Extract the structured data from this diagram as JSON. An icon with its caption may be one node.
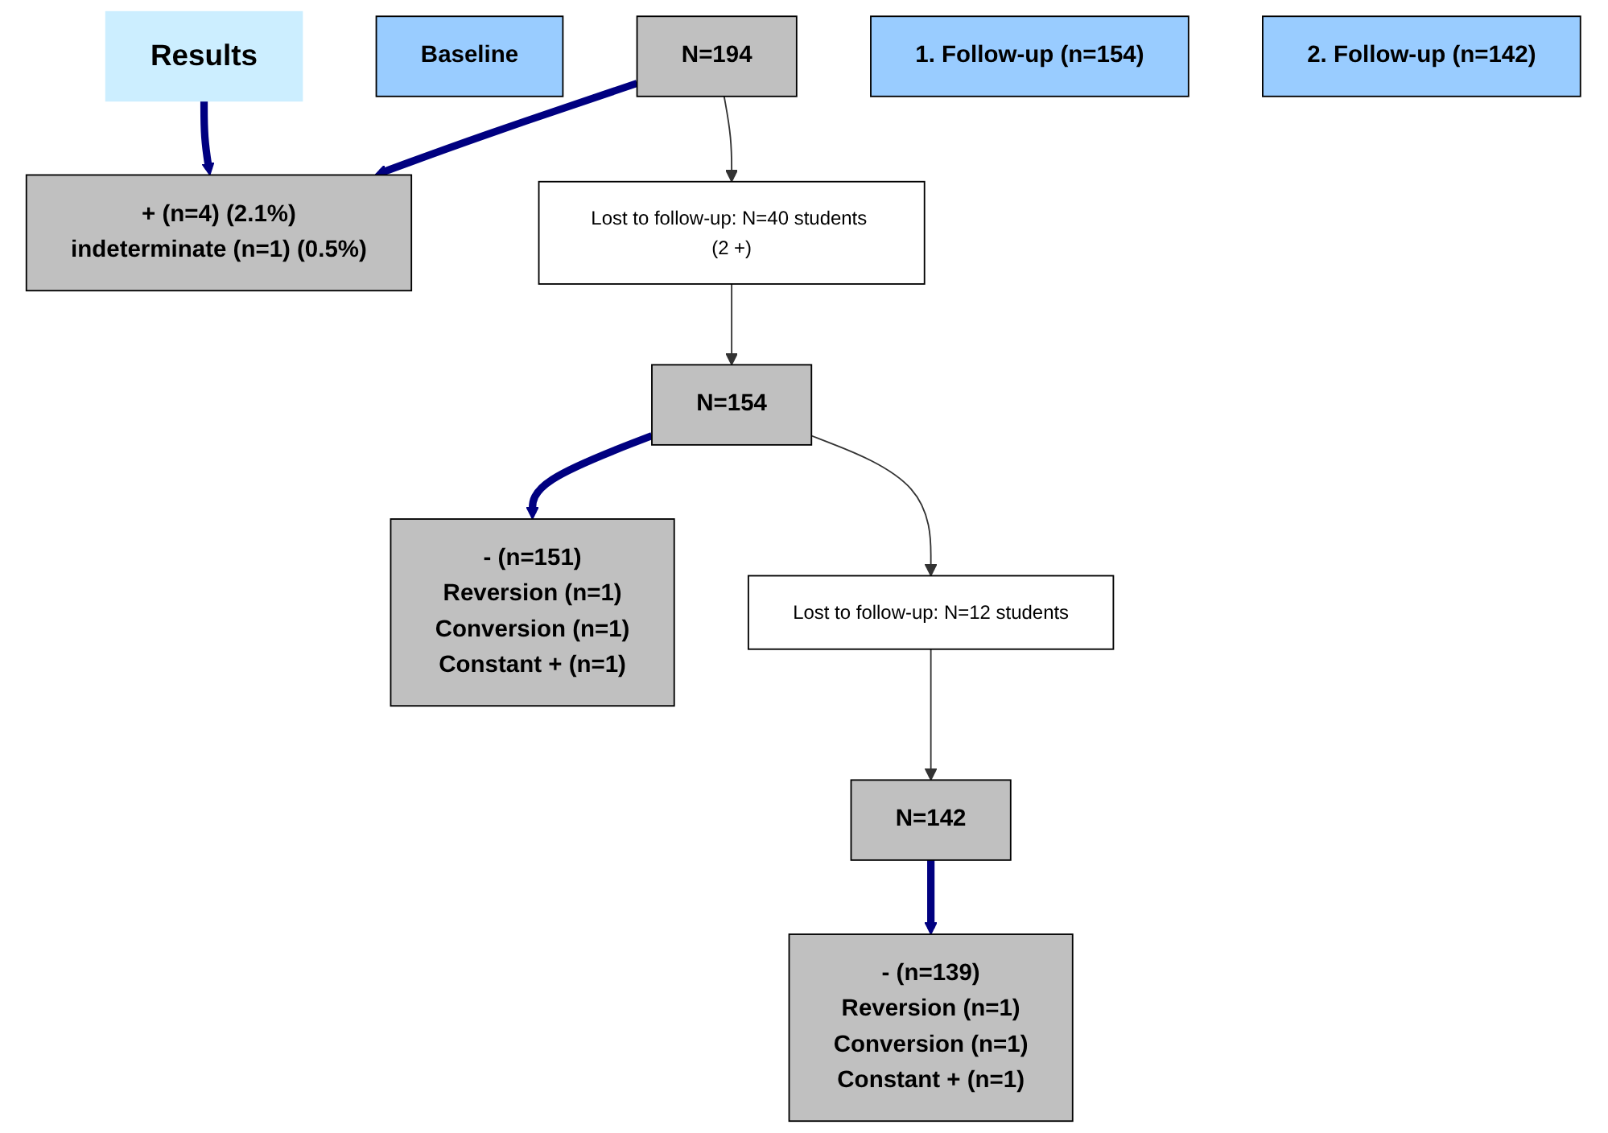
{
  "diagram": {
    "nodes": [
      {
        "text": [
          "Results"
        ]
      },
      {
        "text": [
          "Baseline"
        ]
      },
      {
        "text": [
          "N=194"
        ]
      },
      {
        "text": [
          "+ (n=4) (2.1%)",
          "indeterminate (n=1) (0.5%)"
        ]
      },
      {
        "text": [
          "Lost to follow-up: N=40 students (2 +)"
        ]
      },
      {
        "text": [
          "1. Follow-up (n=154)"
        ]
      },
      {
        "text": [
          "N=154"
        ]
      },
      {
        "text": [
          "- (n=151)",
          "Reversion (n=1)",
          "Conversion (n=1)",
          "Constant + (n=1)"
        ]
      },
      {
        "text": [
          "Lost to follow-up: N=12 students"
        ]
      },
      {
        "text": [
          "2. Follow-up (n=142)"
        ]
      },
      {
        "text": [
          "N=142"
        ]
      },
      {
        "text": [
          "- (n=139)",
          "Reversion (n=1)",
          "Conversion (n=1)",
          "Constant + (n=1)"
        ]
      }
    ],
    "edges": [
      {
        "from": 0,
        "to": 3,
        "arrow": "to",
        "style": "thick",
        "color": "#000080"
      },
      {
        "from": 2,
        "to": 3,
        "arrow": "to",
        "style": "thick",
        "color": "#000080"
      },
      {
        "from": 2,
        "to": 4,
        "arrow": "to"
      },
      {
        "from": 4,
        "to": 6,
        "arrow": "to"
      },
      {
        "from": 6,
        "to": 7,
        "arrow": "to",
        "style": "thick",
        "color": "#000080"
      },
      {
        "from": 6,
        "to": 8,
        "arrow": "to"
      },
      {
        "from": 8,
        "to": 10,
        "arrow": "to"
      },
      {
        "from": 10,
        "to": 11,
        "arrow": "to",
        "style": "thick",
        "color": "#000080"
      }
    ]
  }
}
